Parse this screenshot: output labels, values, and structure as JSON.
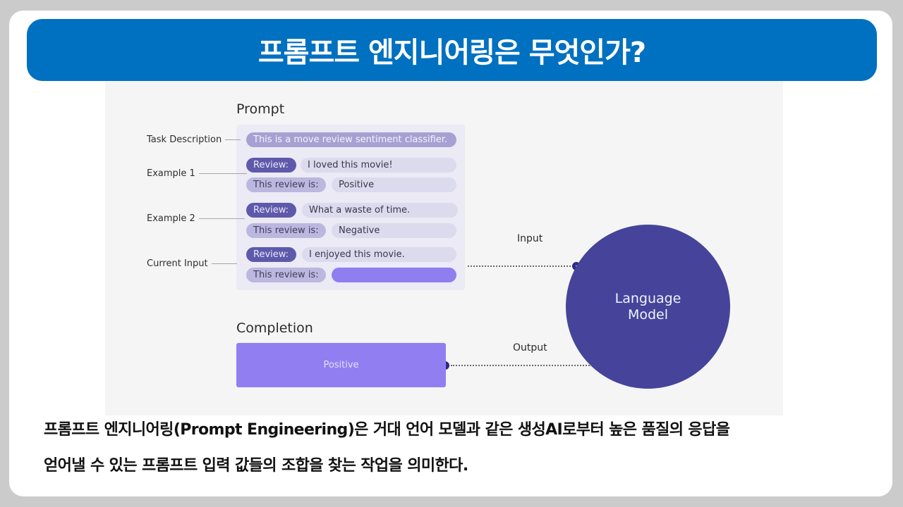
{
  "slide": {
    "title": "프롬프트 엔지니어링은 무엇인가?",
    "description_lines": [
      "프롬프트 엔지니어링(Prompt Engineering)은 거대 언어 모델과 같은 생성AI로부터 높은 품질의 응답을",
      "얻어낼 수 있는 프롬프트 입력 값들의 조합을 찾는 작업을 의미한다."
    ]
  },
  "colors": {
    "header_bg": "#0070c0",
    "language_model": "#45449a",
    "completion_bg": "#917ff2",
    "review_pill": "#5f59ab"
  },
  "diagram": {
    "prompt_title": "Prompt",
    "completion_title": "Completion",
    "side_labels": {
      "task_description": "Task Description",
      "example_1": "Example 1",
      "example_2": "Example 2",
      "current_input": "Current Input"
    },
    "task_description_text": "This is a move review sentiment classifier.",
    "examples": [
      {
        "review_label": "Review:",
        "review_text": "I loved this movie!",
        "is_label": "This review is:",
        "sentiment": "Positive"
      },
      {
        "review_label": "Review:",
        "review_text": "What a waste of time.",
        "is_label": "This review is:",
        "sentiment": "Negative"
      }
    ],
    "current_input": {
      "review_label": "Review:",
      "review_text": "I enjoyed this movie.",
      "is_label": "This review is:",
      "sentiment": ""
    },
    "input_label": "Input",
    "output_label": "Output",
    "model_label_line1": "Language",
    "model_label_line2": "Model",
    "completion_text": "Positive",
    "icons": {
      "input_arrow": "chevron-right-icon",
      "output_arrow": "chevron-left-icon"
    }
  }
}
